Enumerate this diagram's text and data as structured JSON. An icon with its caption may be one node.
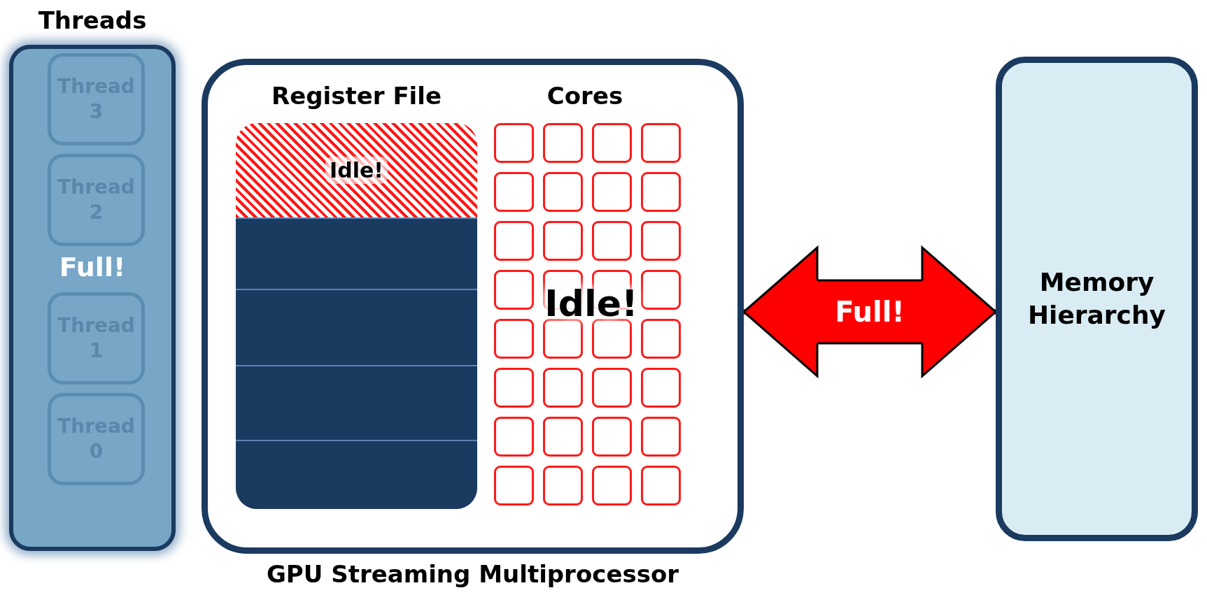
{
  "diagram": {
    "nodes": [
      {
        "text": [
          "Threads",
          "Full!"
        ]
      },
      {
        "text": [
          "Thread 3"
        ],
        "in": 0
      },
      {
        "text": [
          "Thread 2"
        ],
        "in": 0
      },
      {
        "text": [
          "Thread 1"
        ],
        "in": 0
      },
      {
        "text": [
          "Thread 0"
        ],
        "in": 0
      },
      {
        "text": [
          "GPU Streaming Multiprocessor"
        ]
      },
      {
        "text": [
          "Register File"
        ],
        "in": 5
      },
      {
        "text": [
          "Idle!"
        ],
        "in": 6
      },
      {
        "text": [],
        "shape": "box",
        "in": 6
      },
      {
        "text": [],
        "shape": "box",
        "in": 6
      },
      {
        "text": [],
        "shape": "box",
        "in": 6
      },
      {
        "text": [],
        "shape": "box",
        "in": 6
      },
      {
        "text": [],
        "shape": "box",
        "in": 5
      },
      {
        "text": [],
        "shape": "box",
        "in": 5
      },
      {
        "text": [],
        "shape": "box",
        "in": 5
      },
      {
        "text": [],
        "shape": "box",
        "in": 5
      },
      {
        "text": [],
        "shape": "box",
        "in": 5
      },
      {
        "text": [],
        "shape": "box",
        "in": 5
      },
      {
        "text": [],
        "shape": "box",
        "in": 5
      },
      {
        "text": [],
        "shape": "box",
        "in": 5
      },
      {
        "text": [],
        "shape": "box",
        "in": 5
      },
      {
        "text": [],
        "shape": "box",
        "in": 5
      },
      {
        "text": [],
        "shape": "box",
        "in": 5
      },
      {
        "text": [],
        "shape": "box",
        "in": 5
      },
      {
        "text": [],
        "shape": "box",
        "in": 5
      },
      {
        "text": [],
        "shape": "box",
        "in": 5
      },
      {
        "text": [],
        "shape": "box",
        "in": 5
      },
      {
        "text": [],
        "shape": "box",
        "in": 5
      },
      {
        "text": [],
        "shape": "box",
        "in": 5
      },
      {
        "text": [],
        "shape": "box",
        "in": 5
      },
      {
        "text": [],
        "shape": "box",
        "in": 5
      },
      {
        "text": [],
        "shape": "box",
        "in": 5
      },
      {
        "text": [],
        "shape": "box",
        "in": 5
      },
      {
        "text": [],
        "shape": "box",
        "in": 5
      },
      {
        "text": [],
        "shape": "box",
        "in": 5
      },
      {
        "text": [],
        "shape": "box",
        "in": 5
      },
      {
        "text": [],
        "shape": "box",
        "in": 5
      },
      {
        "text": [],
        "shape": "box",
        "in": 5
      },
      {
        "text": [],
        "shape": "box",
        "in": 5
      },
      {
        "text": [],
        "shape": "box",
        "in": 5
      },
      {
        "text": [],
        "shape": "box",
        "in": 5
      },
      {
        "text": [],
        "shape": "box",
        "in": 5
      },
      {
        "text": [],
        "shape": "box",
        "in": 5
      },
      {
        "text": [],
        "shape": "box",
        "in": 5
      },
      {
        "text": [
          "Memory Hierarchy"
        ]
      }
    ],
    "edges": [
      {
        "from": 5,
        "to": 44,
        "arrow": "both",
        "label": "Full!",
        "color": "#ff0000"
      }
    ],
    "labels": [
      "Cores",
      "Idle!"
    ]
  }
}
